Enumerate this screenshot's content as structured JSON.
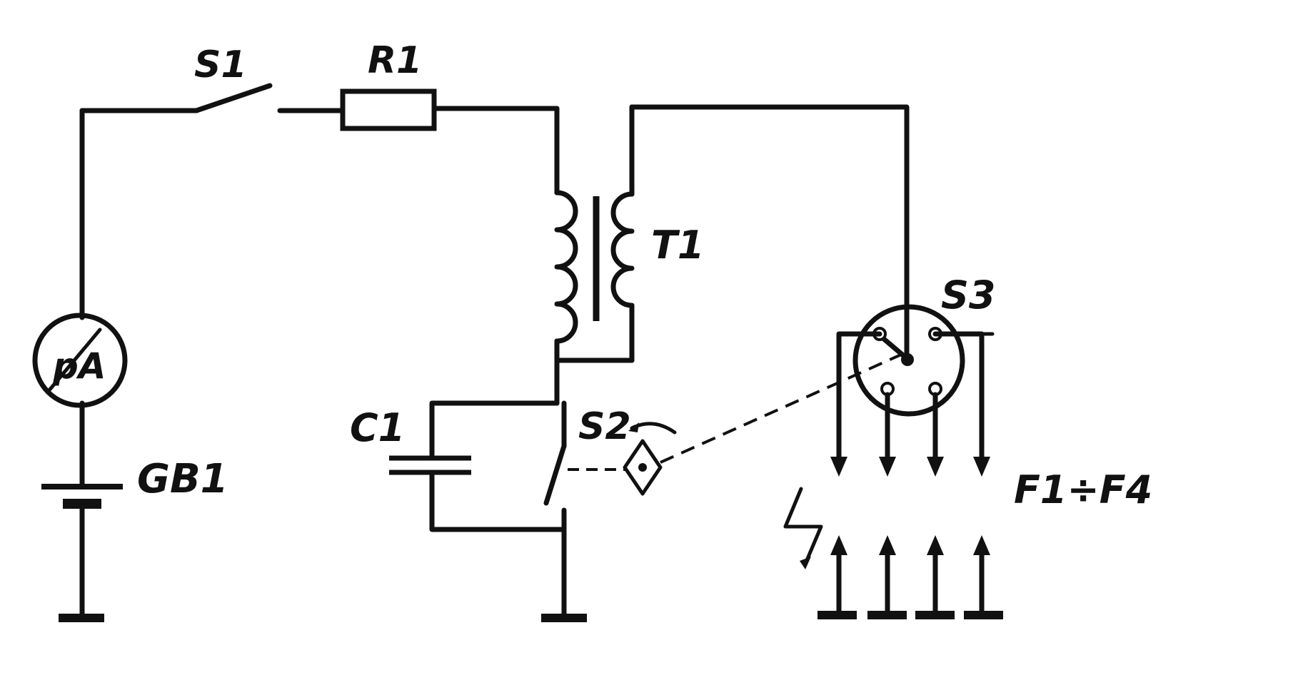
{
  "labels": {
    "s1": "S1",
    "r1": "R1",
    "t1": "T1",
    "s3": "S3",
    "pa": "pA",
    "gb1": "GB1",
    "c1": "C1",
    "s2": "S2",
    "f1f4": "F1÷F4"
  }
}
